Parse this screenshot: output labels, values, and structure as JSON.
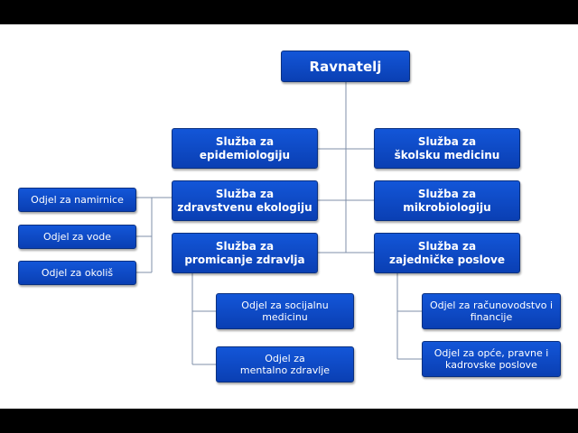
{
  "director": {
    "label": "Ravnatelj"
  },
  "services": {
    "epidemiology": {
      "line1": "Služba za",
      "line2": "epidemiologiju"
    },
    "ecology": {
      "line1": "Služba za",
      "line2": "zdravstvenu ekologiju"
    },
    "promotion": {
      "line1": "Služba za",
      "line2": "promicanje zdravlja"
    },
    "school": {
      "line1": "Služba za",
      "line2": "školsku medicinu"
    },
    "microbiology": {
      "line1": "Služba za",
      "line2": "mikrobiologiju"
    },
    "common": {
      "line1": "Služba za",
      "line2": "zajedničke poslove"
    }
  },
  "ecology_departments": [
    {
      "label": "Odjel za namirnice"
    },
    {
      "label": "Odjel za vode"
    },
    {
      "label": "Odjel za okoliš"
    }
  ],
  "promotion_departments": [
    {
      "line1": "Odjel za socijalnu",
      "line2": "medicinu"
    },
    {
      "line1": "Odjel za",
      "line2": "mentalno zdravlje"
    }
  ],
  "common_departments": [
    {
      "line1": "Odjel za računovodstvo i",
      "line2": "financije"
    },
    {
      "line1": "Odjel za opće, pravne i",
      "line2": "kadrovske poslove"
    }
  ],
  "colors": {
    "box": "#0d4ac4",
    "border": "#0a3080",
    "line": "#7f8fa8",
    "text": "#ffffff"
  }
}
